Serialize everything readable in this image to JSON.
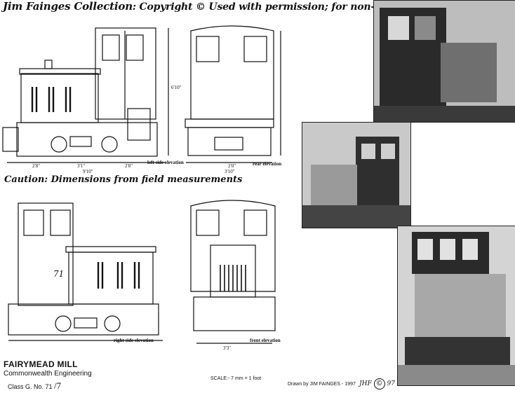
{
  "header": {
    "name": "Jim Fainges Collection",
    "notice": ": Copyright © Used with permission; for non-commercial use only"
  },
  "caution": "Caution: Dimensions from field measurements",
  "labels": {
    "left_side_elevation": "left side elevation",
    "rear_elevation": "rear elevation",
    "right_side_elevation": "right side elevation",
    "front_elevation": "front elevation",
    "dim_2_8": "2'8\"",
    "dim_3_1": "3'1\"",
    "dim_2_8b": "2'8\"",
    "dim_9_10": "9'10\"",
    "dim_2_0": "2'0\"",
    "dim_3_10": "3'10\"",
    "dim_3_3": "3'3\"",
    "dim_6_10": "6'10\"",
    "number_71": "71"
  },
  "title_block": {
    "line1": "FAIRYMEAD MILL",
    "line2": "Commonwealth Engineering",
    "line3": "Class G.   No. 71",
    "sheet": "/7"
  },
  "scale": "SCALE:-  7 mm = 1 foot",
  "drawn_by": "Drawn by JIM FAINGES - 1997",
  "signature": "JHF",
  "year_mark": "97",
  "colors": {
    "ink": "#111111",
    "photo_dark": "#2a2a2a",
    "photo_mid": "#8a8a8a",
    "photo_light": "#d8d8d8"
  }
}
